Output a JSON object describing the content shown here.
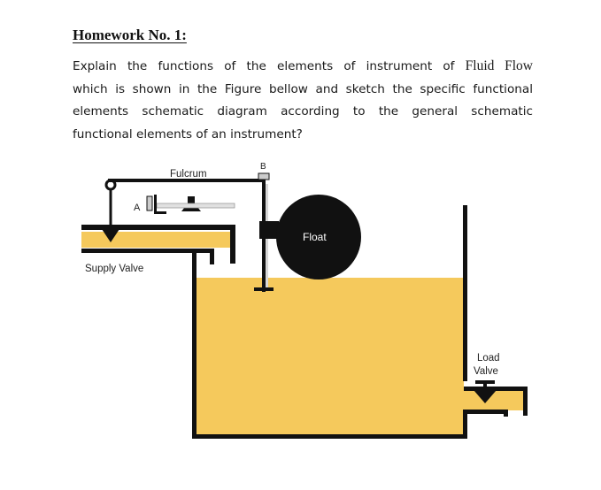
{
  "homework": {
    "title": "Homework No. 1:",
    "question_lines": [
      "Explain the functions of the elements of instrument of Fluid Flow",
      "which is shown in the Figure bellow and sketch the specific functional",
      "elements schematic diagram according to the general schematic",
      "functional elements of an instrument?"
    ]
  },
  "figure": {
    "labels": {
      "fulcrum": "Fulcrum",
      "b": "B",
      "a": "A",
      "float": "Float",
      "supply_valve": "Supply Valve",
      "load_valve_line1": "Load",
      "load_valve_line2": "Valve"
    },
    "colors": {
      "liquid": "#f5c95c",
      "outline": "#111111",
      "float": "#111111"
    }
  }
}
